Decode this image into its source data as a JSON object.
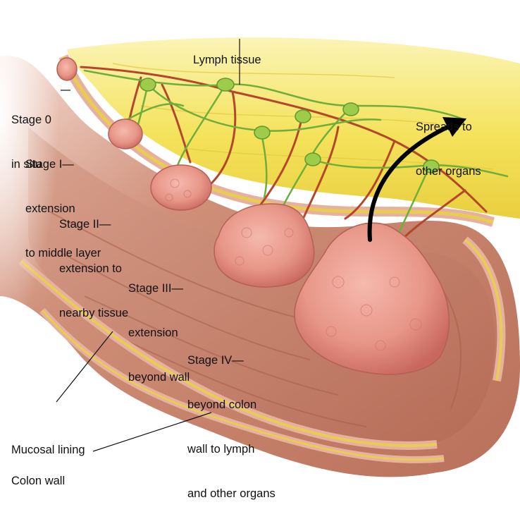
{
  "labels": {
    "lymph_tissue": "Lymph tissue",
    "spreads": [
      "Spreads to",
      "other organs"
    ],
    "stage0": [
      "Stage 0",
      "in situ"
    ],
    "stage1": [
      "Stage I—",
      "extension",
      "to middle layer"
    ],
    "stage2": [
      "Stage II—",
      "extension to",
      "nearby tissue"
    ],
    "stage3": [
      "Stage III—",
      "extension",
      "beyond wall"
    ],
    "stage4": [
      "Stage IV—",
      "beyond colon",
      "wall to lymph",
      "and other organs"
    ],
    "mucosal_lining": "Mucosal lining",
    "colon_wall": "Colon wall"
  },
  "colors": {
    "fat": "#f3e35a",
    "fat_light": "#f8f0a6",
    "lymph": "#6fae3a",
    "lymph_node": "#9ccc4a",
    "vessel": "#b4472b",
    "colon_outer": "#c47a62",
    "colon_inner": "#b86f59",
    "muscle_band": "#e0a890",
    "yellow_band": "#e8c94a",
    "tumor": "#e99a8e",
    "tumor_shadow": "#c86a60",
    "arrow": "#000000"
  }
}
